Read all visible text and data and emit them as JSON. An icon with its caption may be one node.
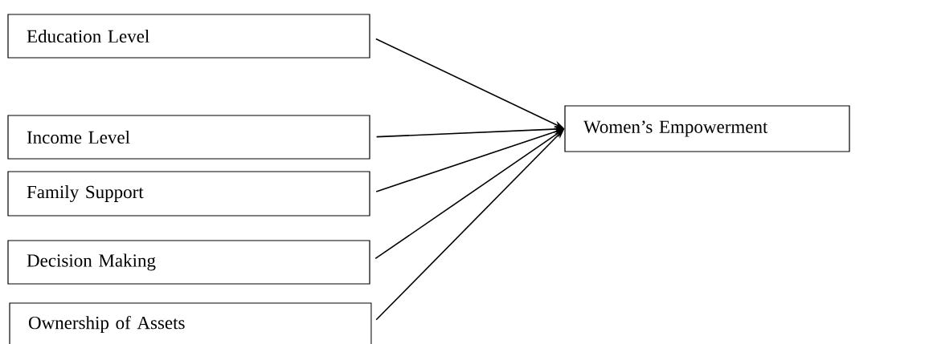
{
  "diagram": {
    "nodes": [
      {
        "text": [
          "Education Level"
        ]
      },
      {
        "text": [
          "Income Level"
        ]
      },
      {
        "text": [
          "Family Support"
        ]
      },
      {
        "text": [
          "Decision Making"
        ]
      },
      {
        "text": [
          "Ownership of Assets"
        ]
      },
      {
        "text": [
          "Women’s Empowerment"
        ]
      }
    ],
    "edges": [
      {
        "from": 0,
        "to": 5,
        "arrow": "to"
      },
      {
        "from": 1,
        "to": 5,
        "arrow": "to"
      },
      {
        "from": 2,
        "to": 5,
        "arrow": "to"
      },
      {
        "from": 3,
        "to": 5,
        "arrow": "to"
      },
      {
        "from": 4,
        "to": 5,
        "arrow": "to"
      }
    ]
  }
}
